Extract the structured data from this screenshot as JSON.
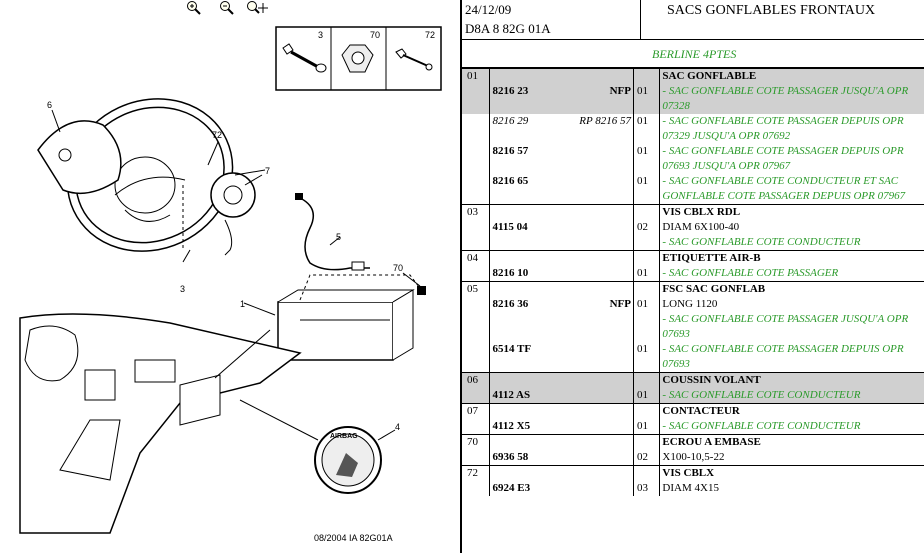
{
  "header": {
    "date": "24/12/09",
    "reference": "D8A 8 82G 01A",
    "title": "SACS GONFLABLES FRONTAUX",
    "subtitle": "BERLINE 4PTES"
  },
  "diagram": {
    "footer": "08/2004   IA 82G01A",
    "callouts": [
      "1",
      "3",
      "3",
      "4",
      "5",
      "6",
      "7",
      "70",
      "70",
      "72",
      "72"
    ],
    "airbag_text": "AIRBAG"
  },
  "zoom_icons": [
    "zoom-in-icon",
    "zoom-out-icon",
    "zoom-fit-icon"
  ],
  "rows": [
    {
      "group": "01",
      "ref": "8216 23",
      "suffix": "NFP",
      "qty": "01",
      "desc": "SAC GONFLABLE",
      "note": "- SAC GONFLABLE COTE PASSAGER JUSQU'A OPR 07328",
      "shaded": true
    },
    {
      "group": "",
      "ref": "8216 29",
      "italic": true,
      "suffix": "RP 8216 57",
      "qty": "01",
      "desc": "",
      "note": "- SAC GONFLABLE COTE PASSAGER DEPUIS OPR 07329 JUSQU'A OPR 07692"
    },
    {
      "group": "",
      "ref": "8216 57",
      "suffix": "",
      "qty": "01",
      "desc": "",
      "note": "- SAC GONFLABLE COTE PASSAGER DEPUIS OPR 07693 JUSQU'A OPR 07967"
    },
    {
      "group": "",
      "ref": "8216 65",
      "suffix": "",
      "qty": "01",
      "desc": "",
      "note": "- SAC GONFLABLE COTE CONDUCTEUR ET SAC GONFLABLE COTE PASSAGER DEPUIS OPR 07967"
    },
    {
      "group": "03",
      "ref": "4115 04",
      "suffix": "",
      "qty": "02",
      "desc": "VIS CBLX RDL",
      "plain": "DIAM 6X100-40",
      "note": "- SAC GONFLABLE COTE CONDUCTEUR"
    },
    {
      "group": "04",
      "ref": "8216 10",
      "suffix": "",
      "qty": "01",
      "desc": "ETIQUETTE AIR-B",
      "note": "- SAC GONFLABLE COTE PASSAGER"
    },
    {
      "group": "05",
      "ref": "8216 36",
      "suffix": "NFP",
      "qty": "01",
      "desc": "FSC SAC GONFLAB",
      "plain": "LONG 1120",
      "note": "- SAC GONFLABLE COTE PASSAGER JUSQU'A OPR 07693"
    },
    {
      "group": "",
      "ref": "6514 TF",
      "suffix": "",
      "qty": "01",
      "desc": "",
      "note": "- SAC GONFLABLE COTE PASSAGER DEPUIS OPR 07693"
    },
    {
      "group": "06",
      "ref": "4112 AS",
      "suffix": "",
      "qty": "01",
      "desc": "COUSSIN VOLANT",
      "note": "- SAC GONFLABLE COTE CONDUCTEUR",
      "shaded": true
    },
    {
      "group": "07",
      "ref": "4112 X5",
      "suffix": "",
      "qty": "01",
      "desc": "CONTACTEUR",
      "note": "- SAC GONFLABLE COTE CONDUCTEUR"
    },
    {
      "group": "70",
      "ref": "6936 58",
      "suffix": "",
      "qty": "02",
      "desc": "ECROU A EMBASE",
      "plain": "X100-10,5-22",
      "note": ""
    },
    {
      "group": "72",
      "ref": "6924 E3",
      "suffix": "",
      "qty": "03",
      "desc": "VIS CBLX",
      "plain": "DIAM 4X15",
      "note": ""
    }
  ]
}
